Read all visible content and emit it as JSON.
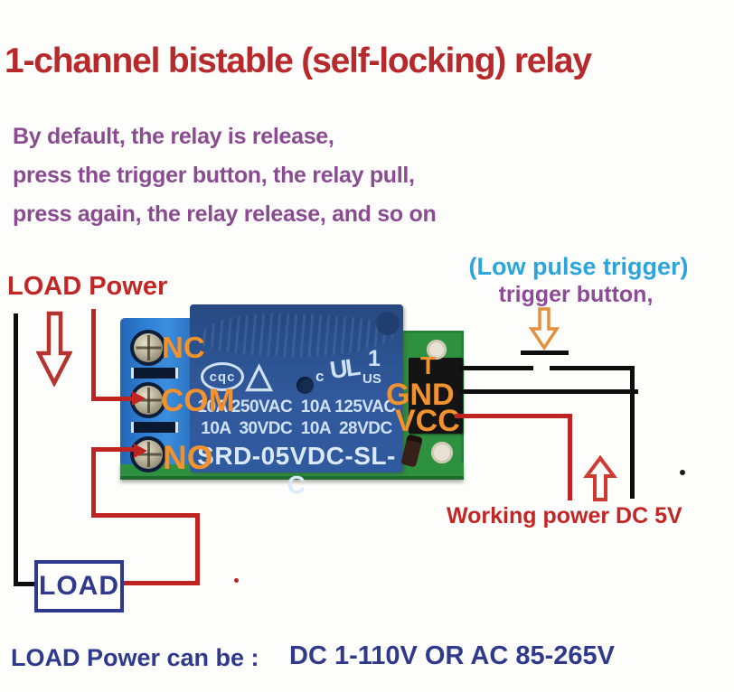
{
  "title": "1-channel bistable (self-locking) relay",
  "description_lines": [
    "By default, the relay is release,",
    "press the trigger button, the relay pull,",
    "press again, the relay release, and so on"
  ],
  "left_annotation": {
    "load_power_label": "LOAD Power",
    "load_box_label": "LOAD"
  },
  "trigger_annotation": {
    "low_pulse_label": "(Low pulse trigger)",
    "trigger_button_label": "trigger button,"
  },
  "working_power_label": "Working power DC 5V",
  "bottom_note": {
    "prefix": "LOAD Power can be :",
    "range": "DC 1-110V OR AC 85-265V"
  },
  "pin_labels": {
    "nc": "NC",
    "com": "COM",
    "no": "NO",
    "t": "T",
    "gnd": "GND",
    "vcc": "VCC"
  },
  "relay_markings": {
    "cqc_logo": "cqc",
    "triangle_logo": "△",
    "ul_c": "c",
    "ul_logo": "UL",
    "ul_number": "1",
    "ul_us": "US",
    "ratings_line1": "10A 250VAC  10A 125VAC",
    "ratings_line2": "10A  30VDC  10A  28VDC",
    "model": "SRD-05VDC-SL-C"
  },
  "icons": {
    "load_power_arrow": "down-arrow",
    "trigger_arrow": "down-arrow",
    "working_power_arrow": "up-arrow"
  },
  "colors": {
    "title_red": "#b8292b",
    "annotation_purple": "#8a4b91",
    "trigger_cyan": "#2ca5da",
    "pin_orange": "#f0922f",
    "wire_red": "#bf2422",
    "wire_black": "#0d0d0d",
    "navy_text": "#2f3a8d",
    "pcb_green": "#2e9140",
    "relay_blue": "#2f5a9e",
    "terminal_blue": "#2d7cd0"
  }
}
